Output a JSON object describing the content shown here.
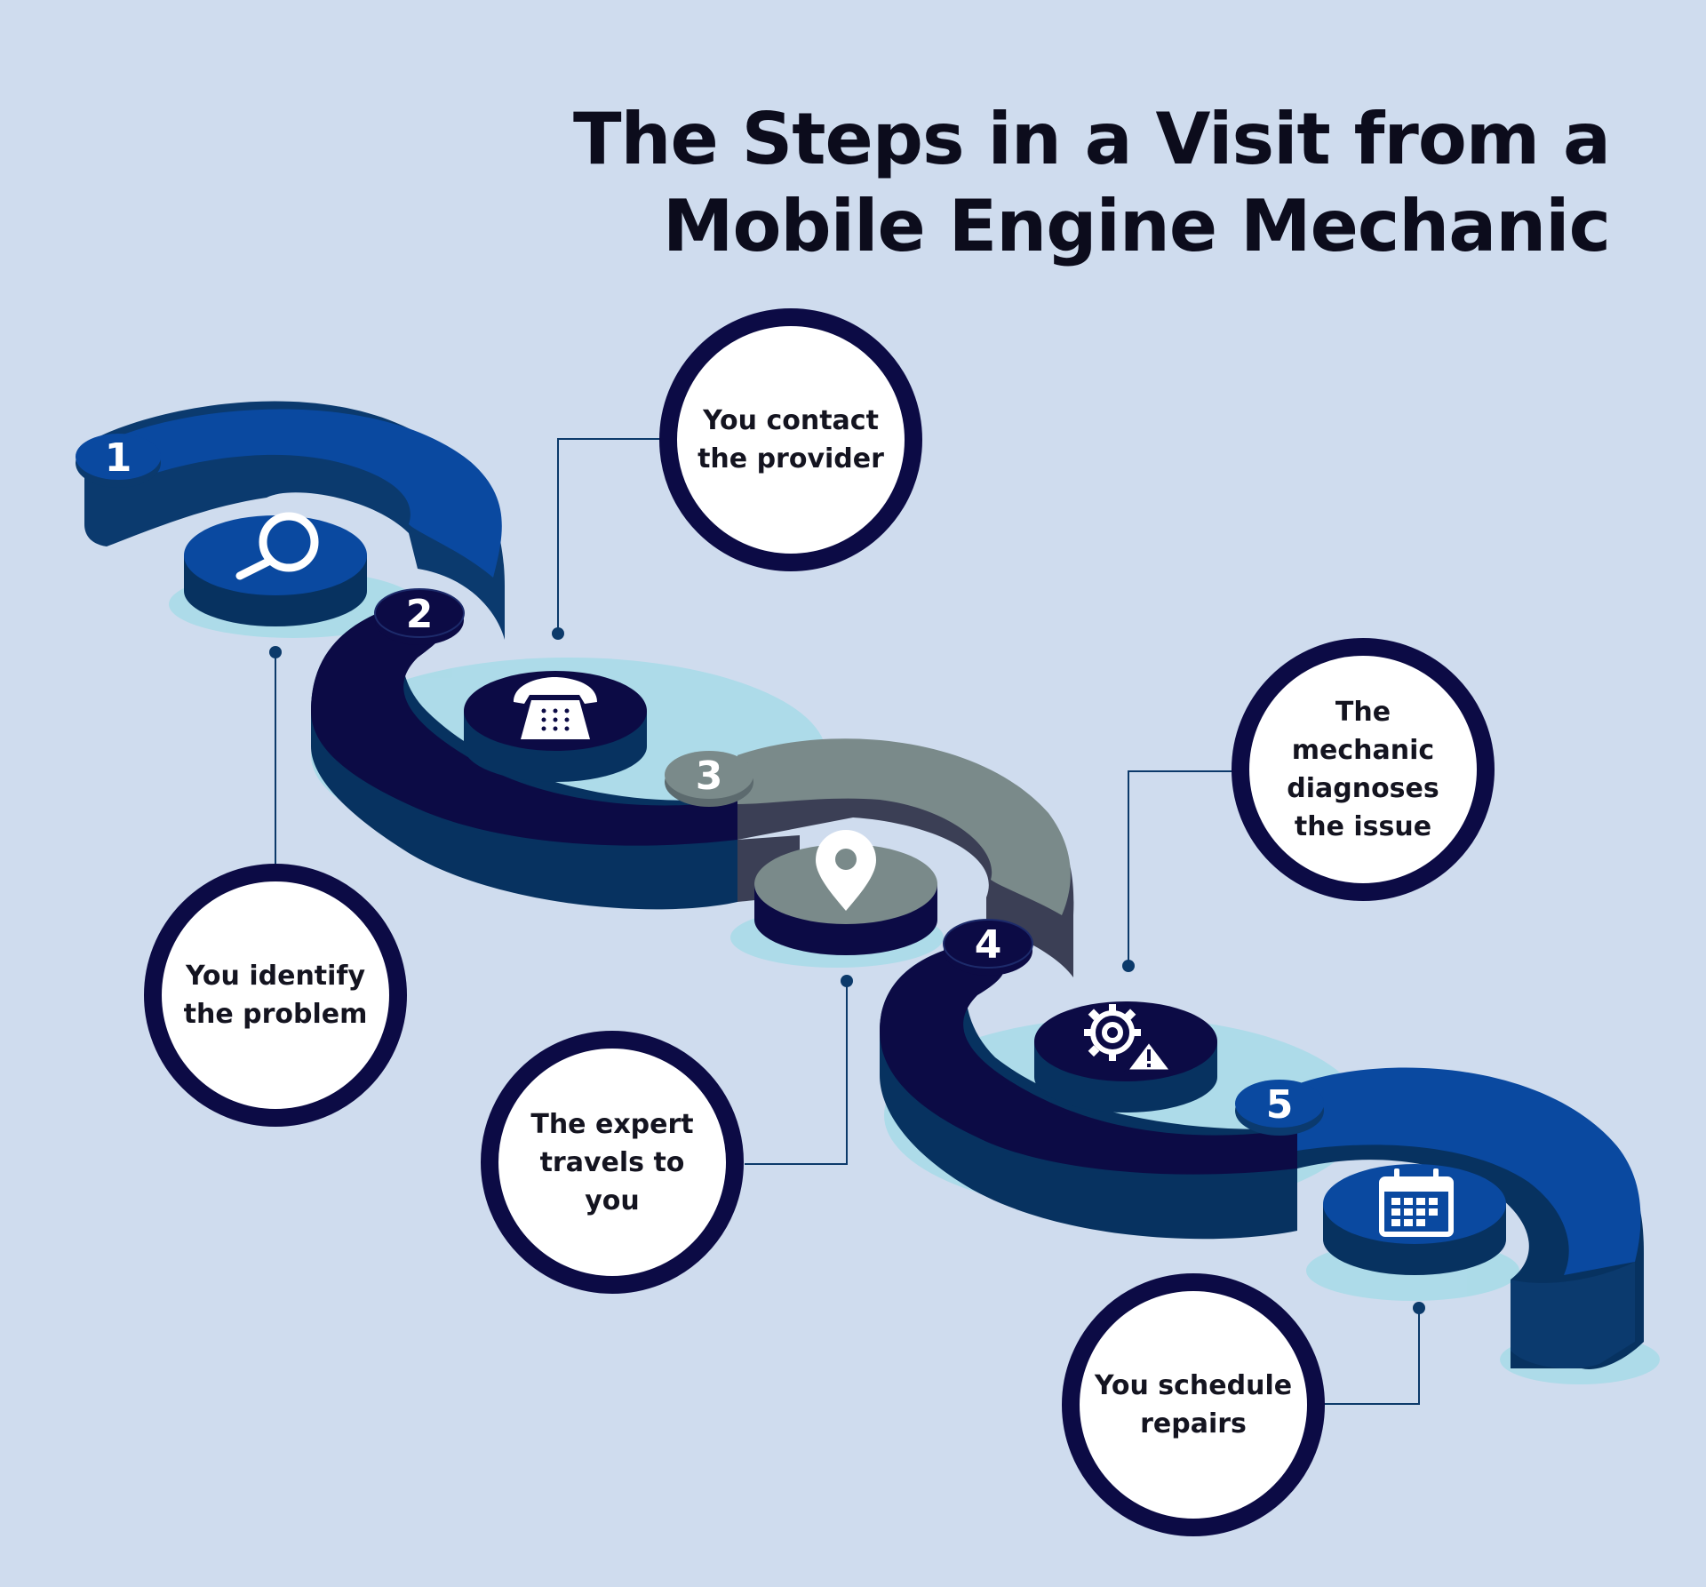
{
  "title": {
    "line1": "The Steps in a Visit from a",
    "line2": "Mobile Engine Mechanic"
  },
  "steps": [
    {
      "number": "1",
      "label": "You identify the problem",
      "icon": "magnifier-icon",
      "color": "#0a49a0"
    },
    {
      "number": "2",
      "label": "You contact the provider",
      "icon": "telephone-icon",
      "color": "#0c0b45"
    },
    {
      "number": "3",
      "label": "The expert travels to you",
      "icon": "map-pin-icon",
      "color": "#7a8a8a"
    },
    {
      "number": "4",
      "label": "The mechanic diagnoses the issue",
      "icon": "gear-warning-icon",
      "color": "#0c0b45"
    },
    {
      "number": "5",
      "label": "You schedule repairs",
      "icon": "calendar-icon",
      "color": "#0a49a0"
    }
  ],
  "colors": {
    "background": "#cfdcee",
    "ring": "#0c0b45",
    "shadow": "#a7dbe8"
  }
}
